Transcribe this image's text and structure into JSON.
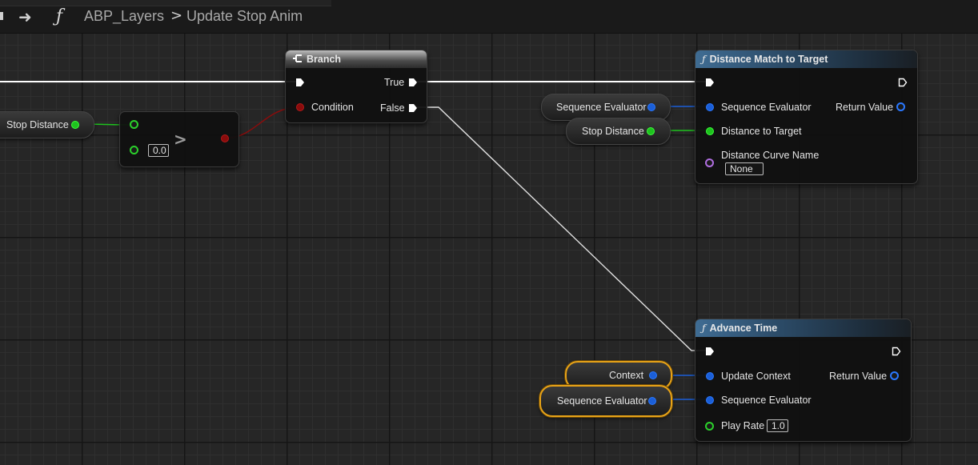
{
  "breadcrumb": {
    "graph": "ABP_Layers",
    "function": "Update Stop Anim"
  },
  "nodes": {
    "stop_distance_getter": {
      "label": "Stop Distance"
    },
    "greater": {
      "operator": ">",
      "b_value": "0.0"
    },
    "branch": {
      "title": "Branch",
      "condition_label": "Condition",
      "true_label": "True",
      "false_label": "False"
    },
    "distance_match": {
      "title": "Distance Match to Target",
      "input_sequence_evaluator": "Sequence Evaluator",
      "input_distance_to_target": "Distance to Target",
      "input_distance_curve_name": "Distance Curve Name",
      "distance_curve_name_value": "None",
      "output_return_value": "Return Value"
    },
    "seq_eval_getter_top": {
      "label": "Sequence Evaluator"
    },
    "stop_distance_getter_2": {
      "label": "Stop Distance"
    },
    "advance_time": {
      "title": "Advance Time",
      "input_update_context": "Update Context",
      "input_sequence_evaluator": "Sequence Evaluator",
      "input_play_rate": "Play Rate",
      "play_rate_value": "1.0",
      "output_return_value": "Return Value"
    },
    "context_getter": {
      "label": "Context"
    },
    "seq_eval_getter_bottom": {
      "label": "Sequence Evaluator"
    }
  },
  "colors": {
    "exec_wire": "#ffffff",
    "float_wire": "#1ec21e",
    "bool_wire": "#8a0c0c",
    "struct_wire": "#1b5fd8",
    "selection": "#e8a317",
    "function_header": "#3f6c93"
  }
}
